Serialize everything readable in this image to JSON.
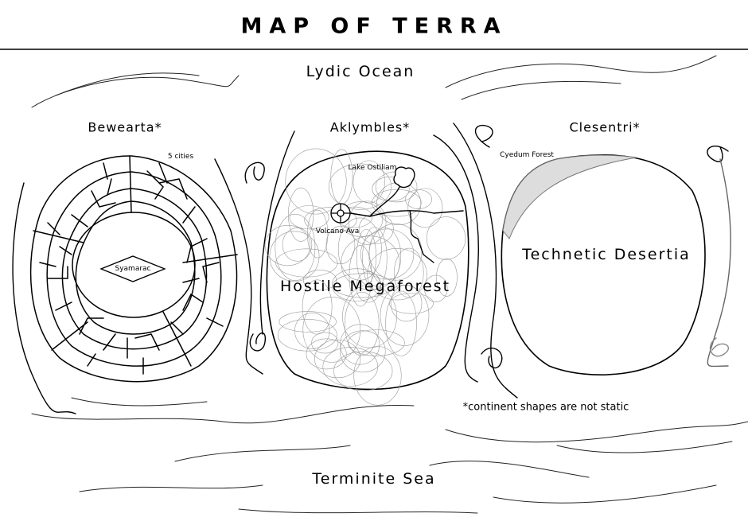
{
  "title": "MAP OF TERRA",
  "oceans": {
    "north": "Lydic Ocean",
    "south": "Terminite Sea"
  },
  "continents": [
    {
      "name": "Bewearta*",
      "features": {
        "cities": "5 cities",
        "capital": "Syamarac"
      }
    },
    {
      "name": "Aklymbles*",
      "region": "Hostile Megaforest",
      "features": {
        "lake": "Lake Ostiliam",
        "volcano": "Volcano Ava"
      }
    },
    {
      "name": "Clesentri*",
      "region": "Technetic Desertia",
      "features": {
        "forest": "Cyedum Forest"
      }
    }
  ],
  "footnote": "*continent shapes are not static",
  "colors": {
    "ink": "#000000",
    "forest_scribble": "#9a9a9a"
  }
}
